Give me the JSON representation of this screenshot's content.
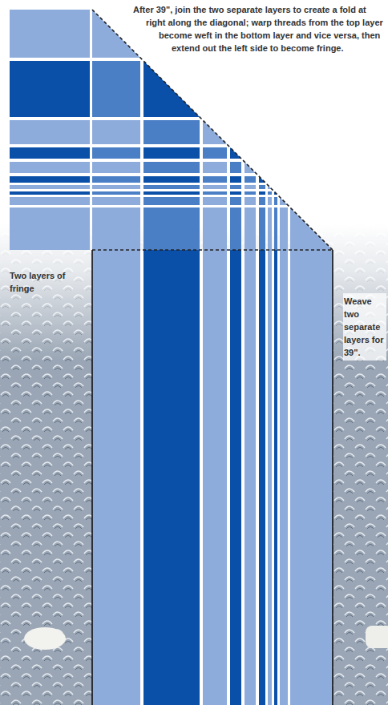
{
  "diagram": {
    "labels": [
      "After 39\", join the two separate layers to create a fold at right along the diagonal; warp threads from the top layer become weft in the bottom layer and vice versa, then extend out the left side to become fringe.",
      "Two layers of fringe",
      "Weave two separate layers for 39\"."
    ]
  }
}
